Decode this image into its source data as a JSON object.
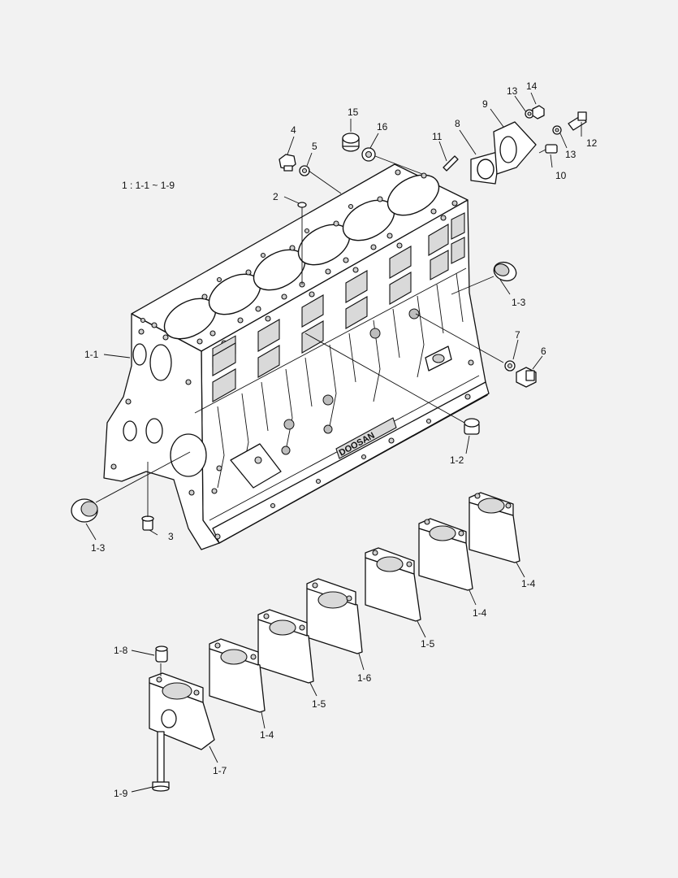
{
  "range_note": "1 : 1-1 ~ 1-9",
  "brand_stamp": "DOOSAN",
  "callouts": {
    "p1_1": "1-1",
    "p1_2": "1-2",
    "p1_3a": "1-3",
    "p1_3b": "1-3",
    "p1_4a": "1-4",
    "p1_4b": "1-4",
    "p1_4c": "1-4",
    "p1_5a": "1-5",
    "p1_5b": "1-5",
    "p1_6": "1-6",
    "p1_7": "1-7",
    "p1_8": "1-8",
    "p1_9": "1-9",
    "p2": "2",
    "p3": "3",
    "p4": "4",
    "p5": "5",
    "p6": "6",
    "p7": "7",
    "p8": "8",
    "p9": "9",
    "p10": "10",
    "p11": "11",
    "p12": "12",
    "p13a": "13",
    "p13b": "13",
    "p14": "14",
    "p15": "15",
    "p16": "16"
  }
}
